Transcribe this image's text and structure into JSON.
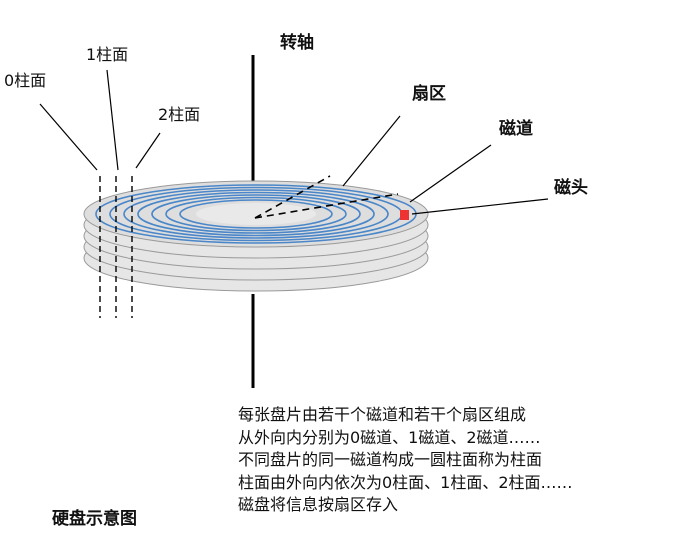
{
  "labels": {
    "spindle": "转轴",
    "sector": "扇区",
    "track": "磁道",
    "head": "磁头",
    "cylinder0": "0柱面",
    "cylinder1": "1柱面",
    "cylinder2": "2柱面"
  },
  "description": [
    "每张盘片由若干个磁道和若干个扇区组成",
    "从外向内分别为0磁道、1磁道、2磁道……",
    "不同盘片的同一磁道构成一圆柱面称为柱面",
    "柱面由外向内依次为0柱面、1柱面、2柱面……",
    "磁盘将信息按扇区存入"
  ],
  "caption": "硬盘示意图",
  "colors": {
    "track": "#4a86c8",
    "platter": "#e2e2e2",
    "platter_edge": "#9a9a9a",
    "head": "#ee3333",
    "line": "#000000"
  }
}
